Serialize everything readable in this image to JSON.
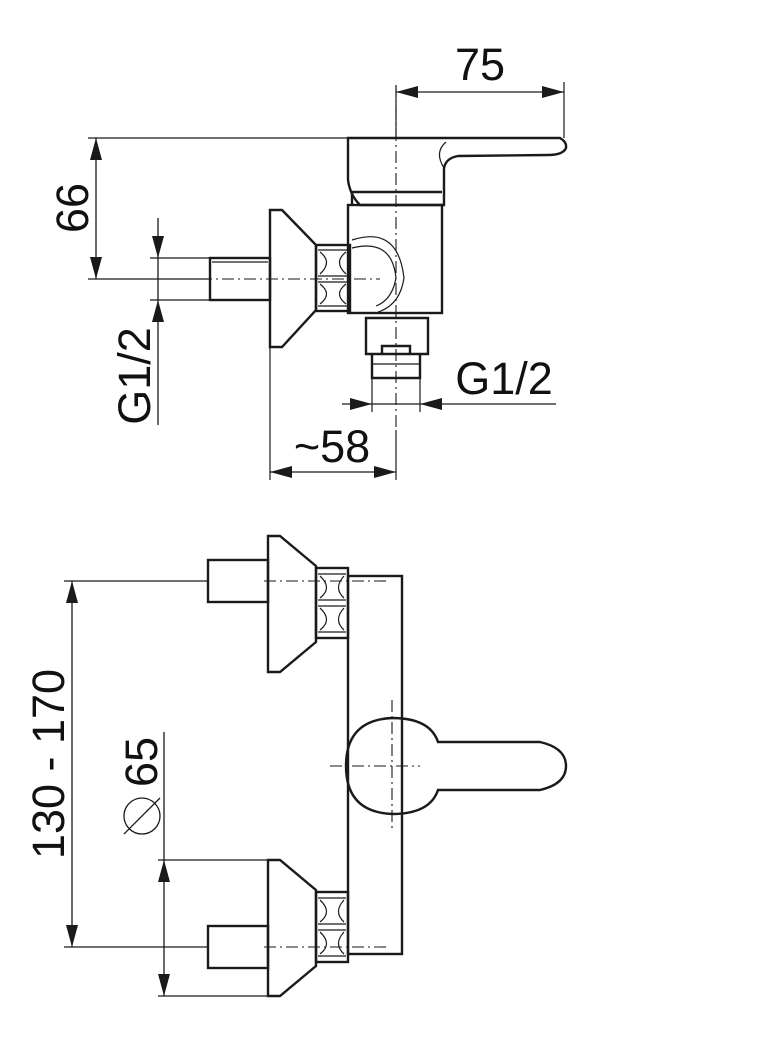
{
  "dimensions": {
    "width_top": "75",
    "height_top": "66",
    "inlet_thread": "G1/2",
    "outlet_thread": "G1/2",
    "depth": "~58",
    "center_distance": "130 - 170",
    "escutcheon_diameter": "65"
  },
  "diameter_symbol": "⌀"
}
